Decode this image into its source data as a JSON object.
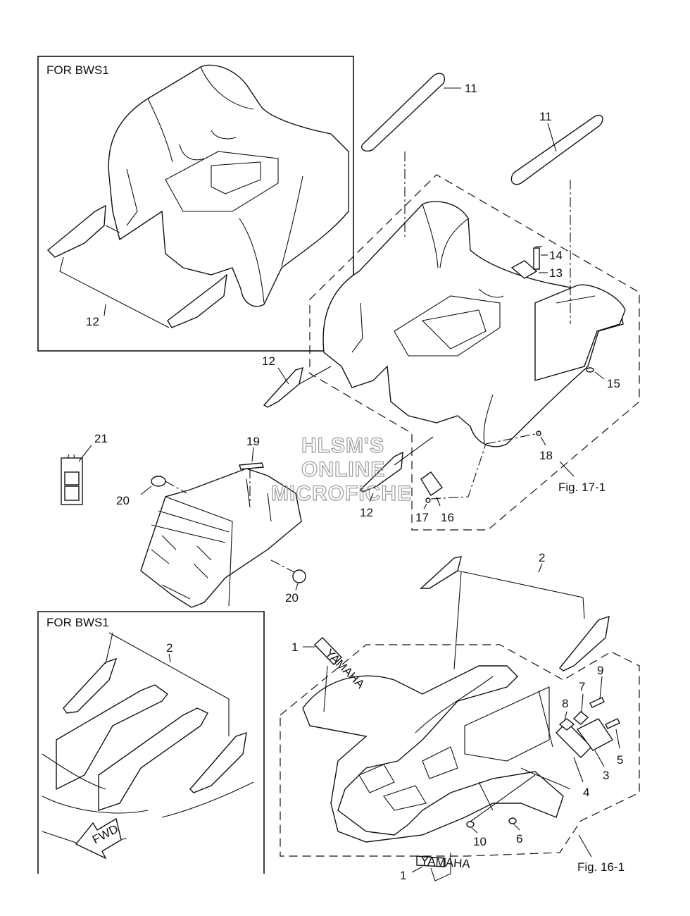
{
  "insets": {
    "top_title": "FOR BWS1",
    "bottom_title": "FOR BWS1"
  },
  "figure_refs": {
    "fig17": "Fig. 17-1",
    "fig16": "Fig. 16-1"
  },
  "watermark": {
    "line1": "HLSM'S",
    "line2": "ONLINE",
    "line3": "MICROFICHE"
  },
  "fwd_arrow": "FWD",
  "decal_text": "YAMAHA",
  "callouts": {
    "c1a": "1",
    "c1b": "1",
    "c2a": "2",
    "c2b": "2",
    "c3": "3",
    "c4": "4",
    "c5": "5",
    "c6": "6",
    "c7": "7",
    "c8": "8",
    "c9": "9",
    "c10": "10",
    "c11a": "11",
    "c11b": "11",
    "c12a": "12",
    "c12b": "12",
    "c12c": "12",
    "c13": "13",
    "c14": "14",
    "c15": "15",
    "c16": "16",
    "c17": "17",
    "c18": "18",
    "c19": "19",
    "c20a": "20",
    "c20b": "20",
    "c21": "21"
  }
}
